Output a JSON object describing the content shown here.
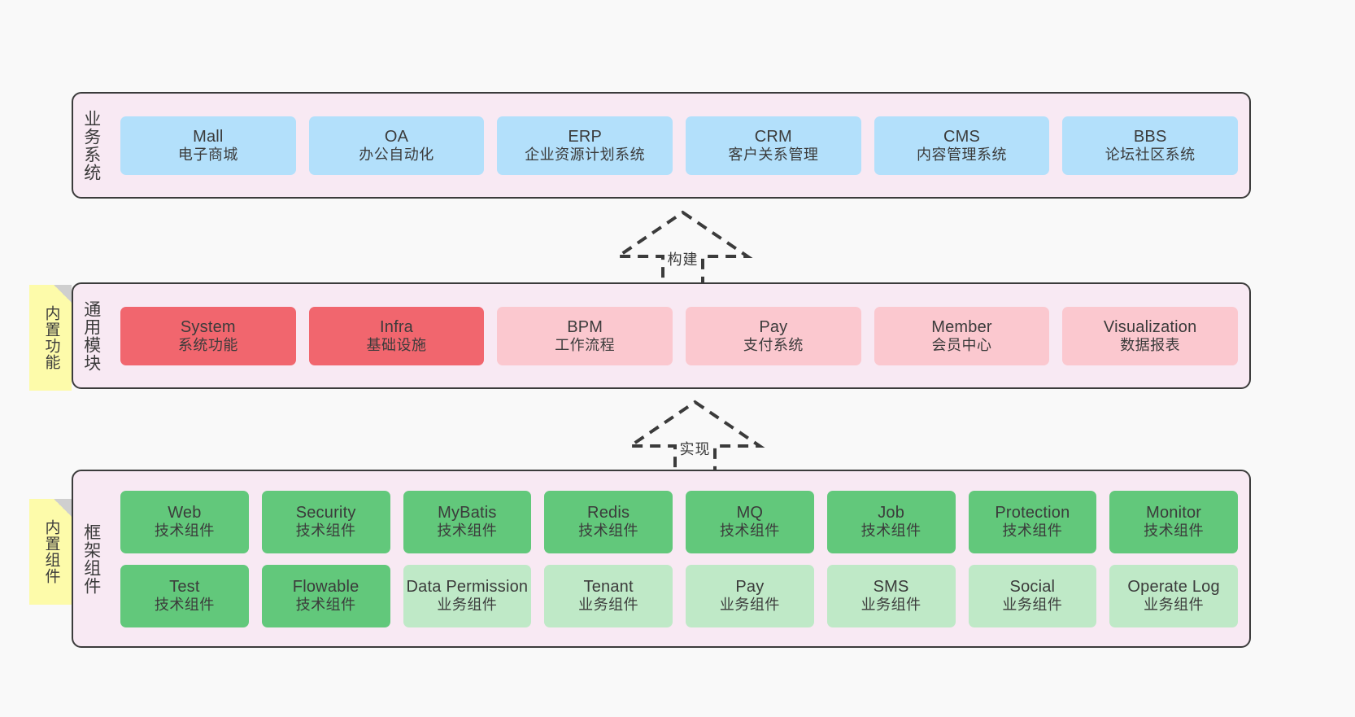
{
  "layers": {
    "business": {
      "title": "业务系统",
      "nodes": [
        {
          "en": "Mall",
          "cn": "电子商城",
          "color": "blue"
        },
        {
          "en": "OA",
          "cn": "办公自动化",
          "color": "blue"
        },
        {
          "en": "ERP",
          "cn": "企业资源计划系统",
          "color": "blue"
        },
        {
          "en": "CRM",
          "cn": "客户关系管理",
          "color": "blue"
        },
        {
          "en": "CMS",
          "cn": "内容管理系统",
          "color": "blue"
        },
        {
          "en": "BBS",
          "cn": "论坛社区系统",
          "color": "blue"
        }
      ]
    },
    "modules": {
      "title": "通用模块",
      "sticky": "内置功能",
      "nodes": [
        {
          "en": "System",
          "cn": "系统功能",
          "color": "red"
        },
        {
          "en": "Infra",
          "cn": "基础设施",
          "color": "red"
        },
        {
          "en": "BPM",
          "cn": "工作流程",
          "color": "pink"
        },
        {
          "en": "Pay",
          "cn": "支付系统",
          "color": "pink"
        },
        {
          "en": "Member",
          "cn": "会员中心",
          "color": "pink"
        },
        {
          "en": "Visualization",
          "cn": "数据报表",
          "color": "pink"
        }
      ]
    },
    "framework": {
      "title": "框架组件",
      "sticky": "内置组件",
      "row1": [
        {
          "en": "Web",
          "cn": "技术组件",
          "color": "green"
        },
        {
          "en": "Security",
          "cn": "技术组件",
          "color": "green"
        },
        {
          "en": "MyBatis",
          "cn": "技术组件",
          "color": "green"
        },
        {
          "en": "Redis",
          "cn": "技术组件",
          "color": "green"
        },
        {
          "en": "MQ",
          "cn": "技术组件",
          "color": "green"
        },
        {
          "en": "Job",
          "cn": "技术组件",
          "color": "green"
        },
        {
          "en": "Protection",
          "cn": "技术组件",
          "color": "green"
        },
        {
          "en": "Monitor",
          "cn": "技术组件",
          "color": "green"
        }
      ],
      "row2": [
        {
          "en": "Test",
          "cn": "技术组件",
          "color": "green"
        },
        {
          "en": "Flowable",
          "cn": "技术组件",
          "color": "green"
        },
        {
          "en": "Data Permission",
          "cn": "业务组件",
          "color": "mint"
        },
        {
          "en": "Tenant",
          "cn": "业务组件",
          "color": "mint"
        },
        {
          "en": "Pay",
          "cn": "业务组件",
          "color": "mint"
        },
        {
          "en": "SMS",
          "cn": "业务组件",
          "color": "mint"
        },
        {
          "en": "Social",
          "cn": "业务组件",
          "color": "mint"
        },
        {
          "en": "Operate Log",
          "cn": "业务组件",
          "color": "mint"
        }
      ]
    }
  },
  "connectors": [
    {
      "label": "构建",
      "name": "connector-build"
    },
    {
      "label": "实现",
      "name": "connector-realize"
    }
  ],
  "colors": {
    "background": "#f9f9f9",
    "panel_fill": "#f8e9f3",
    "panel_border": "#3b3b3b",
    "blue": "#b3e0fb",
    "red": "#f1666e",
    "pink": "#fbc8cf",
    "green": "#62c87b",
    "mint": "#bfe9c7",
    "sticky": "#fdfbaa",
    "text": "#3b3b3b"
  }
}
